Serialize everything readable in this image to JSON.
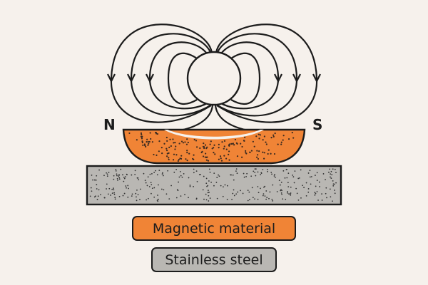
{
  "poles": {
    "north": "N",
    "south": "S"
  },
  "legend": [
    {
      "label": "Magnetic material",
      "color": "#f08436"
    },
    {
      "label": "Stainless steel",
      "color": "#b9b7b3"
    }
  ],
  "colors": {
    "background": "#f6f1ec",
    "stroke": "#1c1c1c"
  }
}
